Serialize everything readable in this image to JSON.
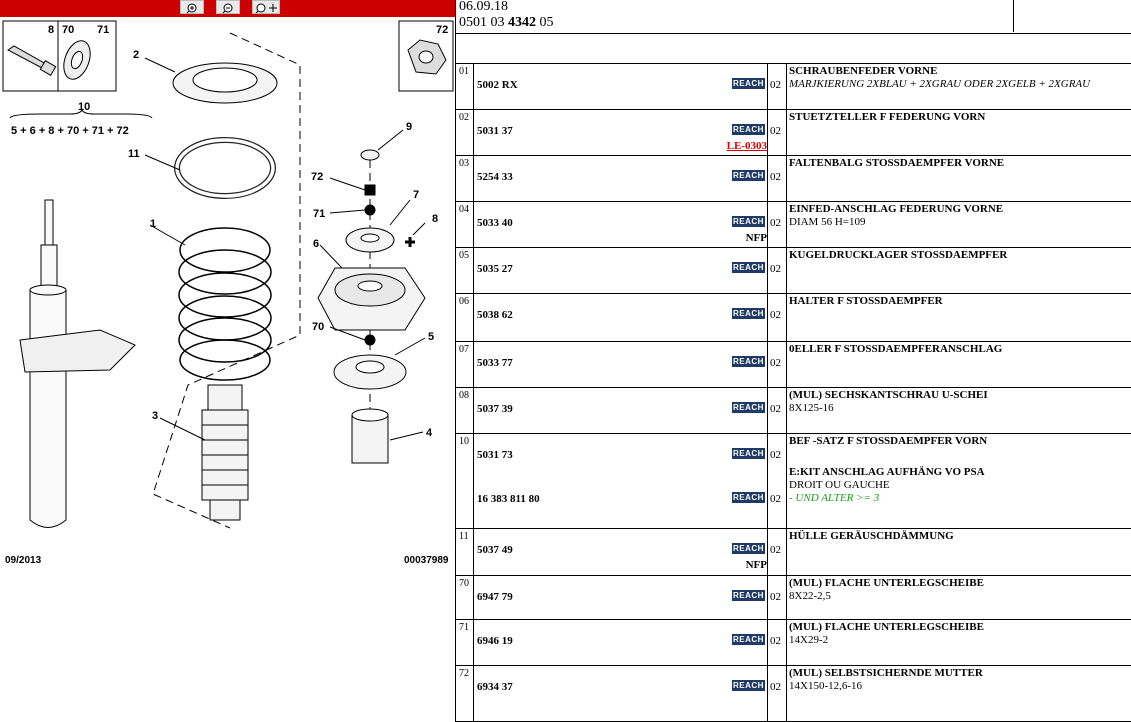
{
  "header": {
    "date": "06.09.18",
    "ref_prefix": "0501 03 ",
    "ref_bold": "4342",
    "ref_suffix": " 05"
  },
  "toolbar": {
    "buttons": [
      {
        "icon": "zoom-in-icon"
      },
      {
        "icon": "zoom-out-icon"
      },
      {
        "icon": "zoom-pan-icon"
      }
    ],
    "color": "#cc0000"
  },
  "diagram": {
    "callouts": [
      "1",
      "2",
      "3",
      "4",
      "5",
      "6",
      "7",
      "8",
      "9",
      "10",
      "11",
      "70",
      "71",
      "72"
    ],
    "box_labels": {
      "a": "8",
      "b": "70",
      "c": "71",
      "d": "72"
    },
    "kit_label": "10",
    "kit_formula": "5 + 6 + 8 + 70 + 71 + 72",
    "date": "09/2013",
    "code": "00037989"
  },
  "reach_label": "REACH",
  "rows": [
    {
      "idx": "01",
      "parts": [
        {
          "no": "5002 RX",
          "qty": "02",
          "name": "SCHRAUBENFEDER VORNE",
          "notes": [
            {
              "text": "MARJKIERUNG 2XBLAU + 2XGRAU ODER 2XGELB + 2XGRAU",
              "style": "it"
            }
          ]
        }
      ]
    },
    {
      "idx": "02",
      "parts": [
        {
          "no": "5031 37",
          "qty": "02",
          "extra": "LE-0303",
          "extra_red": true,
          "name": "STUETZTELLER F FEDERUNG VORN",
          "notes": []
        }
      ]
    },
    {
      "idx": "03",
      "parts": [
        {
          "no": "5254 33",
          "qty": "02",
          "name": "FALTENBALG STOSSDAEMPFER VORNE",
          "notes": []
        }
      ]
    },
    {
      "idx": "04",
      "parts": [
        {
          "no": "5033 40",
          "qty": "02",
          "extra": "NFP",
          "name": "EINFED-ANSCHLAG FEDERUNG VORNE",
          "notes": [
            {
              "text": "DIAM 56 H=109",
              "style": ""
            }
          ]
        }
      ]
    },
    {
      "idx": "05",
      "parts": [
        {
          "no": "5035 27",
          "qty": "02",
          "name": "KUGELDRUCKLAGER STOSSDAEMPFER",
          "notes": []
        }
      ]
    },
    {
      "idx": "06",
      "parts": [
        {
          "no": "5038 62",
          "qty": "02",
          "name": "HALTER F STOSSDAEMPFER",
          "notes": []
        }
      ]
    },
    {
      "idx": "07",
      "parts": [
        {
          "no": "5033 77",
          "qty": "02",
          "name": "0ELLER F STOSSDAEMPFERANSCHLAG",
          "notes": []
        }
      ]
    },
    {
      "idx": "08",
      "parts": [
        {
          "no": "5037 39",
          "qty": "02",
          "name": "(MUL) SECHSKANTSCHRAU U-SCHEI",
          "notes": [
            {
              "text": "8X125-16",
              "style": ""
            }
          ]
        }
      ]
    },
    {
      "idx": "10",
      "parts": [
        {
          "no": "5031 73",
          "qty": "02",
          "name": "BEF -SATZ F STOSSDAEMPFER VORN",
          "notes": []
        },
        {
          "no": "16 383 811 80",
          "qty": "02",
          "name": "E:KIT ANSCHLAG AUFHÄNG VO PSA",
          "notes": [
            {
              "text": "DROIT OU GAUCHE",
              "style": ""
            },
            {
              "text": "- UND ALTER >= 3",
              "style": "green"
            }
          ]
        }
      ]
    },
    {
      "idx": "11",
      "parts": [
        {
          "no": "5037 49",
          "qty": "02",
          "extra": "NFP",
          "name": "HÜLLE GERÄUSCHDÄMMUNG",
          "notes": []
        }
      ]
    },
    {
      "idx": "70",
      "parts": [
        {
          "no": "6947 79",
          "qty": "02",
          "name": "(MUL) FLACHE UNTERLEGSCHEIBE",
          "notes": [
            {
              "text": "8X22-2,5",
              "style": ""
            }
          ]
        }
      ]
    },
    {
      "idx": "71",
      "parts": [
        {
          "no": "6946 19",
          "qty": "02",
          "name": "(MUL) FLACHE UNTERLEGSCHEIBE",
          "notes": [
            {
              "text": "14X29-2",
              "style": ""
            }
          ]
        }
      ]
    },
    {
      "idx": "72",
      "parts": [
        {
          "no": "6934 37",
          "qty": "02",
          "name": "(MUL) SELBSTSICHERNDE MUTTER",
          "notes": [
            {
              "text": "14X150-12,6-16",
              "style": ""
            }
          ]
        }
      ]
    }
  ]
}
